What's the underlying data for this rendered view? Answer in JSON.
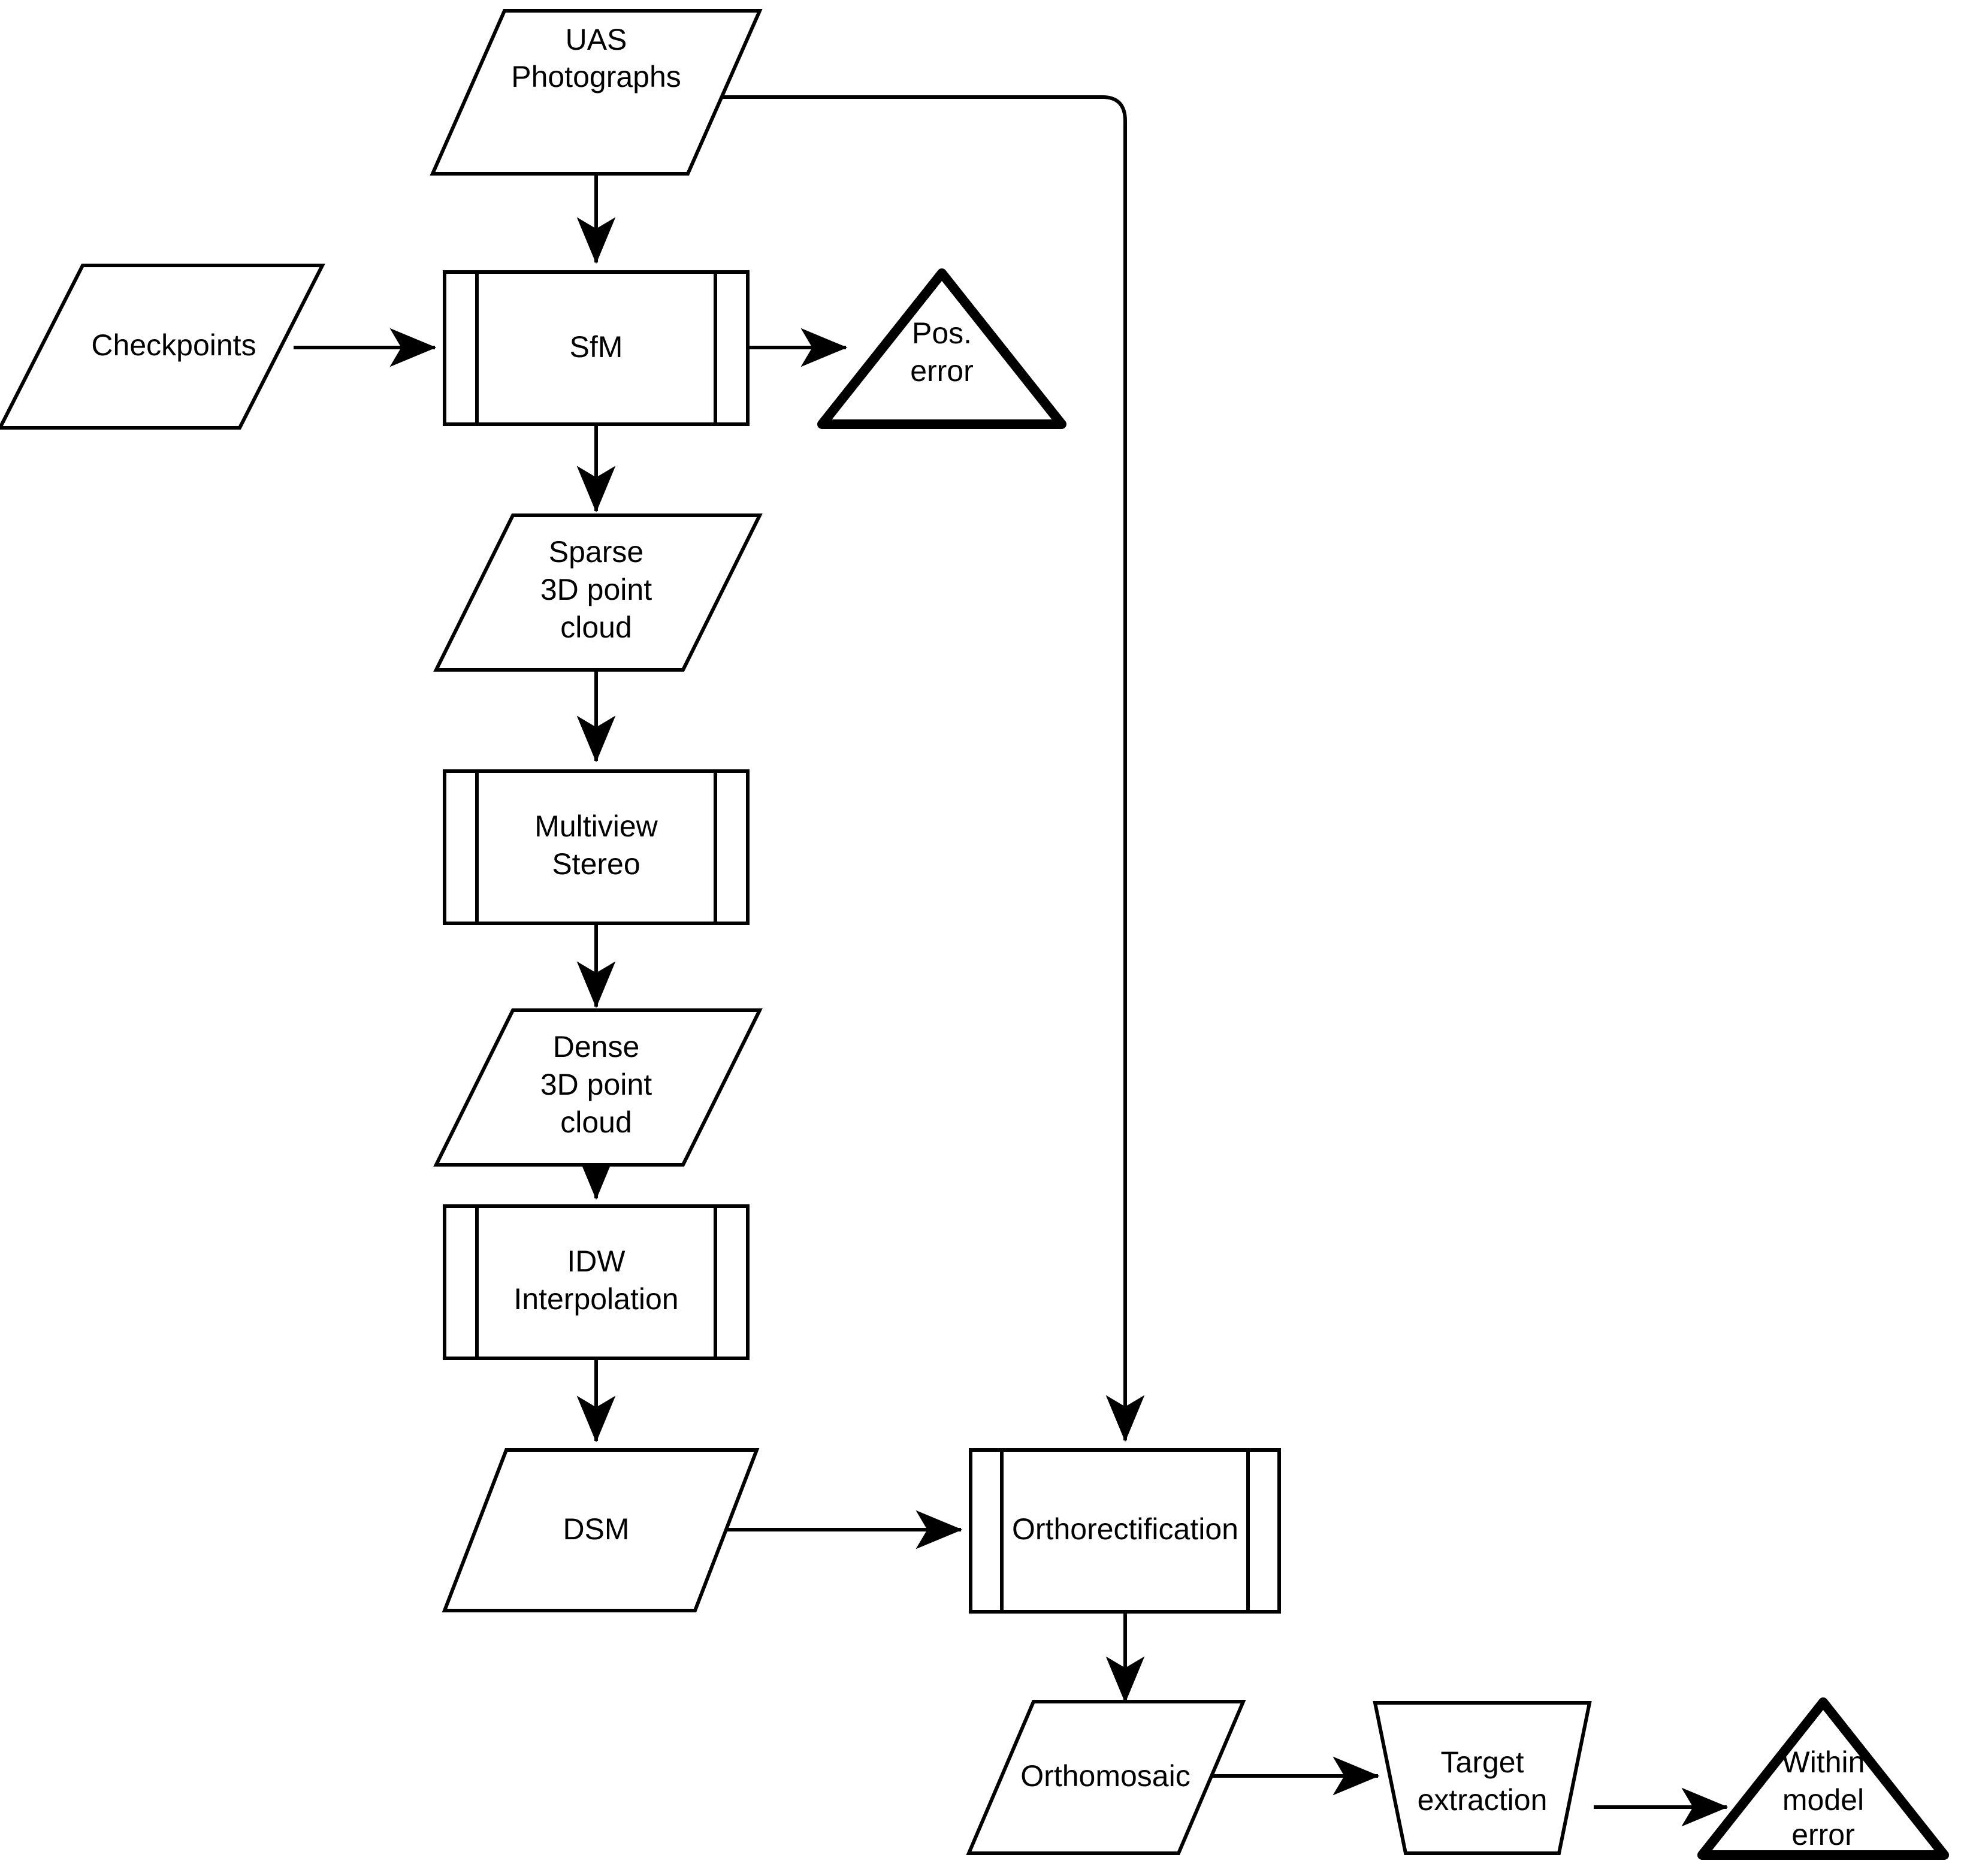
{
  "diagram": {
    "title": "UAS photogrammetry processing workflow",
    "background_color": "#ffffff",
    "stroke_color": "#000000",
    "nodes": {
      "uas_photographs": {
        "label_line1": "UAS",
        "label_line2": "Photographs",
        "shape": "parallelogram-data"
      },
      "checkpoints": {
        "label_line1": "Checkpoints",
        "shape": "parallelogram-data"
      },
      "sfm": {
        "label_line1": "SfM",
        "shape": "predefined-process"
      },
      "pos_error": {
        "label_line1": "Pos.",
        "label_line2": "error",
        "shape": "triangle"
      },
      "sparse_cloud": {
        "label_line1": "Sparse",
        "label_line2": "3D point",
        "label_line3": "cloud",
        "shape": "parallelogram-data"
      },
      "multiview_stereo": {
        "label_line1": "Multiview",
        "label_line2": "Stereo",
        "shape": "predefined-process"
      },
      "dense_cloud": {
        "label_line1": "Dense",
        "label_line2": "3D point",
        "label_line3": "cloud",
        "shape": "parallelogram-data"
      },
      "idw_interpolation": {
        "label_line1": "IDW",
        "label_line2": "Interpolation",
        "shape": "predefined-process"
      },
      "dsm": {
        "label_line1": "DSM",
        "shape": "parallelogram-data"
      },
      "orthorectification": {
        "label_line1": "Orthorectification",
        "shape": "predefined-process"
      },
      "orthomosaic": {
        "label_line1": "Orthomosaic",
        "shape": "parallelogram-data"
      },
      "target_extraction": {
        "label_line1": "Target",
        "label_line2": "extraction",
        "shape": "manual-operation-trapezoid"
      },
      "within_model_error": {
        "label_line1": "Within",
        "label_line2": "model",
        "label_line3": "error",
        "shape": "triangle"
      }
    },
    "edges": [
      {
        "from": "uas_photographs",
        "to": "sfm",
        "style": "straight-arrow"
      },
      {
        "from": "uas_photographs",
        "to": "orthorectification",
        "style": "orthogonal-rounded-arrow"
      },
      {
        "from": "checkpoints",
        "to": "sfm",
        "style": "straight-arrow"
      },
      {
        "from": "sfm",
        "to": "pos_error",
        "style": "straight-arrow"
      },
      {
        "from": "sfm",
        "to": "sparse_cloud",
        "style": "straight-arrow"
      },
      {
        "from": "sparse_cloud",
        "to": "multiview_stereo",
        "style": "straight-arrow"
      },
      {
        "from": "multiview_stereo",
        "to": "dense_cloud",
        "style": "straight-arrow"
      },
      {
        "from": "dense_cloud",
        "to": "idw_interpolation",
        "style": "straight-arrow"
      },
      {
        "from": "idw_interpolation",
        "to": "dsm",
        "style": "straight-arrow"
      },
      {
        "from": "dsm",
        "to": "orthorectification",
        "style": "straight-arrow"
      },
      {
        "from": "orthorectification",
        "to": "orthomosaic",
        "style": "straight-arrow"
      },
      {
        "from": "orthomosaic",
        "to": "target_extraction",
        "style": "straight-arrow"
      },
      {
        "from": "target_extraction",
        "to": "within_model_error",
        "style": "straight-arrow"
      }
    ]
  }
}
